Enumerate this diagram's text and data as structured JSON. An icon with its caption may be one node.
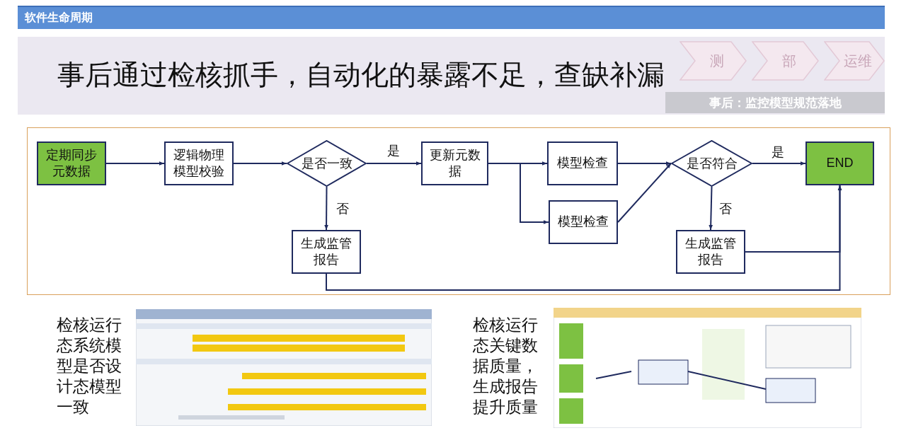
{
  "diagram": {
    "title": "事后通过检核抓手，自动化的暴露不足，查缺补漏",
    "nodes": [
      {
        "text": [
          "软件生命周期"
        ]
      },
      {
        "text": [
          "测"
        ]
      },
      {
        "text": [
          "部"
        ]
      },
      {
        "text": [
          "运维"
        ]
      },
      {
        "text": [
          "事后：监控模型规范落地"
        ]
      },
      {
        "text": [
          "定期同步元数据"
        ]
      },
      {
        "text": [
          "逻辑物理模型校验"
        ]
      },
      {
        "text": [
          "是否一致"
        ]
      },
      {
        "text": [
          "更新元数据"
        ]
      },
      {
        "text": [
          "模型检查"
        ]
      },
      {
        "text": [
          "是否符合"
        ]
      },
      {
        "text": [
          "END"
        ]
      },
      {
        "text": [
          "生成监管报告"
        ]
      },
      {
        "text": [
          "模型检查"
        ]
      },
      {
        "text": [
          "生成监管报告"
        ]
      },
      {
        "text": [],
        "shape": "picture",
        "beside": [
          "检核运行态系统模型是否设计态模型一致"
        ]
      },
      {
        "text": [],
        "shape": "picture",
        "beside": [
          "检核运行态关键数据质量，生成报告提升质量"
        ]
      }
    ],
    "edges": [
      {
        "from": 5,
        "to": 6,
        "arrow": "to"
      },
      {
        "from": 6,
        "to": 7,
        "arrow": "to"
      },
      {
        "from": 7,
        "to": 8,
        "arrow": "to",
        "label": "是"
      },
      {
        "from": 7,
        "to": 12,
        "arrow": "to",
        "label": "否"
      },
      {
        "from": 8,
        "to": 9,
        "arrow": "to"
      },
      {
        "from": 8,
        "to": 13,
        "arrow": "to"
      },
      {
        "from": 9,
        "to": 10,
        "arrow": "to"
      },
      {
        "from": 13,
        "to": 10,
        "arrow": "to"
      },
      {
        "from": 10,
        "to": 11,
        "arrow": "to",
        "label": "是"
      },
      {
        "from": 10,
        "to": 14,
        "arrow": "to",
        "label": "否"
      },
      {
        "from": 14,
        "to": 11,
        "arrow": "to"
      },
      {
        "from": 12,
        "to": 11,
        "arrow": "to"
      }
    ]
  }
}
